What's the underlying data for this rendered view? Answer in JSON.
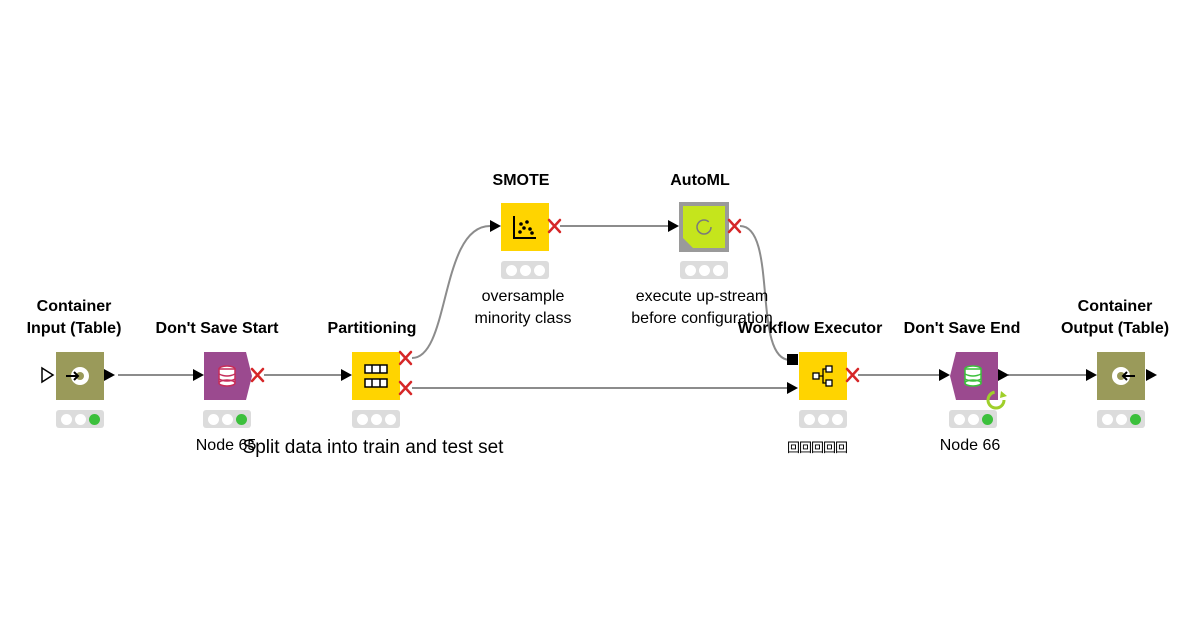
{
  "workflow": {
    "nodes": [
      {
        "id": "container-input",
        "title_lines": [
          "Container",
          "Input (Table)"
        ],
        "label": "",
        "status": [
          "off",
          "off",
          "green"
        ],
        "color": "#9a9a5a"
      },
      {
        "id": "dont-save-start",
        "title_lines": [
          "Don't Save Start"
        ],
        "label": "Node 65",
        "status": [
          "off",
          "off",
          "green"
        ],
        "color": "#9b4a8f"
      },
      {
        "id": "partitioning",
        "title_lines": [
          "Partitioning"
        ],
        "label": "Split data into train and test set",
        "status": [
          "off",
          "off",
          "off"
        ],
        "color": "#ffd400"
      },
      {
        "id": "smote",
        "title_lines": [
          "SMOTE"
        ],
        "label_lines": [
          "oversample",
          "minority class"
        ],
        "status": [
          "off",
          "off",
          "off"
        ],
        "color": "#ffd400"
      },
      {
        "id": "automl",
        "title_lines": [
          "AutoML"
        ],
        "label_lines": [
          "execute up-stream",
          "before configuration"
        ],
        "status": [
          "off",
          "off",
          "off"
        ],
        "color": "#c5e51c"
      },
      {
        "id": "workflow-executor",
        "title_lines": [
          "Workflow Executor"
        ],
        "label": "回回回回回",
        "status": [
          "off",
          "off",
          "off"
        ],
        "color": "#ffd400"
      },
      {
        "id": "dont-save-end",
        "title_lines": [
          "Don't Save End"
        ],
        "label": "Node 66",
        "status": [
          "off",
          "off",
          "green"
        ],
        "color": "#9b4a8f"
      },
      {
        "id": "container-output",
        "title_lines": [
          "Container",
          "Output (Table)"
        ],
        "label": "",
        "status": [
          "off",
          "off",
          "green"
        ],
        "color": "#9a9a5a"
      }
    ]
  },
  "colors": {
    "connection": "#8c8c8c",
    "status_bg": "#dcdcdc",
    "status_green": "#3cc03c",
    "error_x": "#d62728"
  }
}
